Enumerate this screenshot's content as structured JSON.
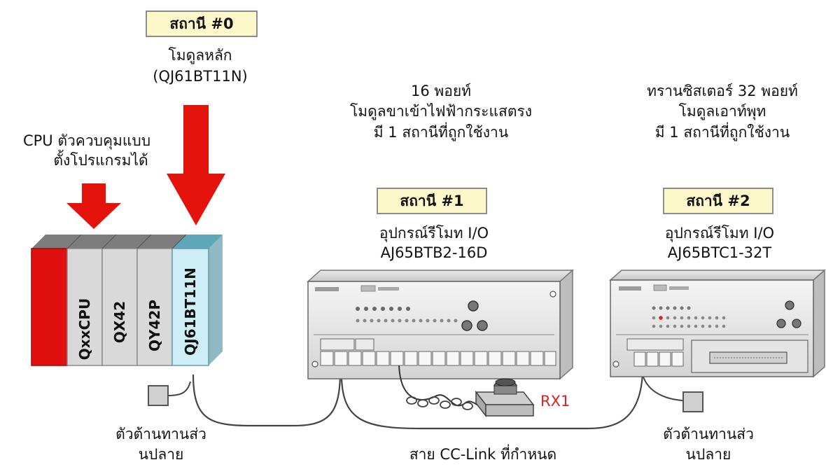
{
  "station0": {
    "box": "สถานี #0",
    "line1": "โมดูลหลัก",
    "line2": "(QJ61BT11N)"
  },
  "cpu": {
    "line1": "CPU ตัวควบคุมแบบ",
    "line2": "ตั้งโปรแกรมได้"
  },
  "rack_modules": [
    "QxxCPU",
    "QX42",
    "QY42P",
    "QJ61BT11N"
  ],
  "input_module": {
    "line1": "16 พอยท์",
    "line2": "โมดูลขาเข้าไฟฟ้ากระแสตรง",
    "line3": "มี 1 สถานีที่ถูกใช้งาน"
  },
  "output_module": {
    "line1": "ทรานซิสเตอร์ 32 พอยท์",
    "line2": "โมดูลเอาท์พุท",
    "line3": "มี 1 สถานีที่ถูกใช้งาน"
  },
  "station1": {
    "box": "สถานี #1",
    "line1": "อุปกรณ์รีโมท I/O",
    "line2": "AJ65BTB2-16D"
  },
  "station2": {
    "box": "สถานี #2",
    "line1": "อุปกรณ์รีโมท I/O",
    "line2": "AJ65BTC1-32T"
  },
  "switch_label": "RX1",
  "terminator_left": {
    "line1": "ตัวต้านทานส่ว",
    "line2": "นปลาย"
  },
  "terminator_right": {
    "line1": "ตัวต้านทานส่ว",
    "line2": "นปลาย"
  },
  "cable_label": "สาย CC-Link ที่กำหนด",
  "colors": {
    "arrow": "#e3120b",
    "box_fill": "#fdf8c9",
    "cpu_red": "#e01010",
    "master_module": "#cdeef7"
  }
}
